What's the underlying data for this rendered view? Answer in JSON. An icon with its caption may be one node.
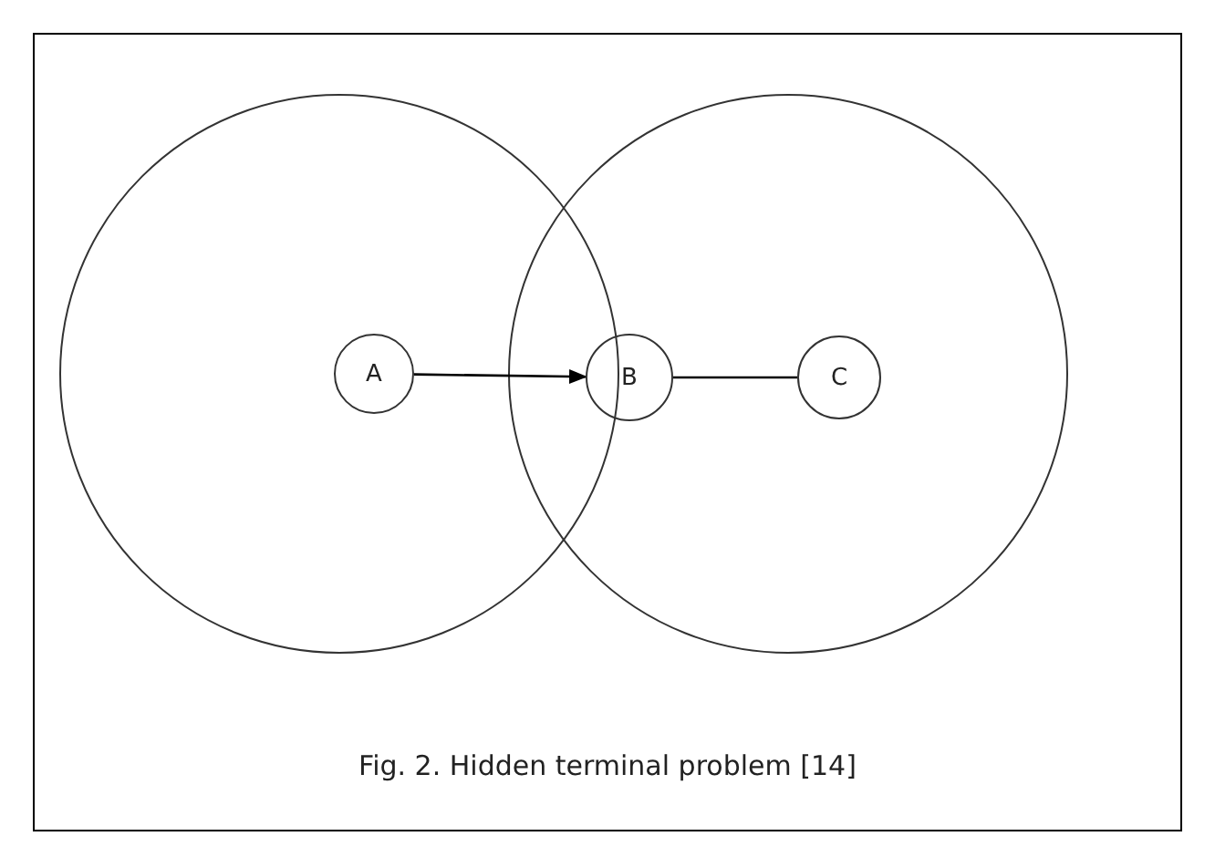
{
  "diagram": {
    "caption": "Fig. 2. Hidden terminal problem [14]",
    "nodes": [
      {
        "text": [
          "A"
        ]
      },
      {
        "text": [
          "B"
        ]
      },
      {
        "text": [
          "C"
        ]
      }
    ],
    "edges": [
      {
        "from": 0,
        "to": 1,
        "arrow": "to"
      },
      {
        "from": 1,
        "to": 2,
        "arrow": "none"
      }
    ]
  }
}
